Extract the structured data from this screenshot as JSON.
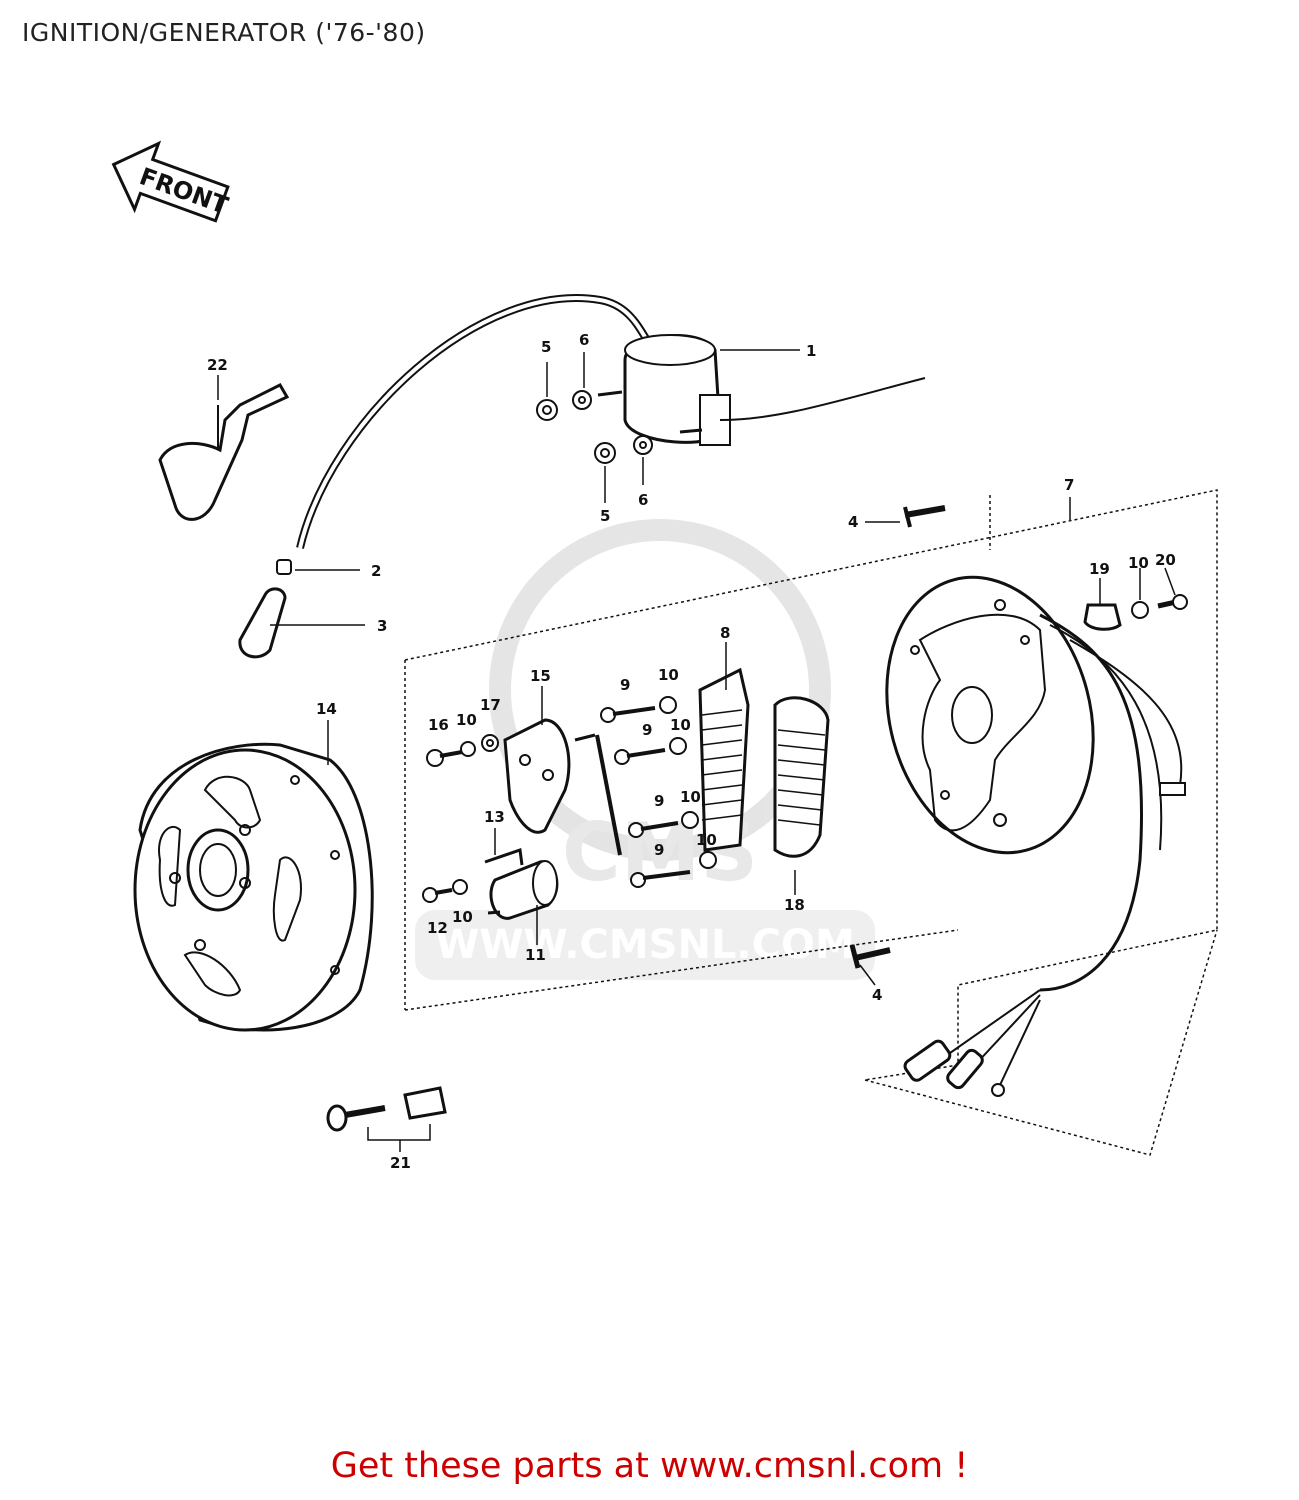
{
  "page": {
    "title": "IGNITION/GENERATOR ('76-'80)",
    "call_to_action": "Get these parts at www.cmsnl.com !",
    "cta_color": "#cc0000"
  },
  "diagram": {
    "front_arrow": "FRONT",
    "watermark": {
      "logo": "CMS",
      "url": "WWW.CMSNL.COM"
    },
    "callouts": {
      "c1": "1",
      "c2": "2",
      "c3": "3",
      "c4a": "4",
      "c4b": "4",
      "c5a": "5",
      "c5b": "5",
      "c6a": "6",
      "c6b": "6",
      "c7": "7",
      "c8": "8",
      "c9a": "9",
      "c9b": "9",
      "c9c": "9",
      "c9d": "9",
      "c10a": "10",
      "c10b": "10",
      "c10c": "10",
      "c10d": "10",
      "c10e": "10",
      "c10f": "10",
      "c10g": "10",
      "c11": "11",
      "c12": "12",
      "c13": "13",
      "c14": "14",
      "c15": "15",
      "c16": "16",
      "c17": "17",
      "c18": "18",
      "c19": "19",
      "c20": "20",
      "c21": "21",
      "c22": "22"
    }
  }
}
